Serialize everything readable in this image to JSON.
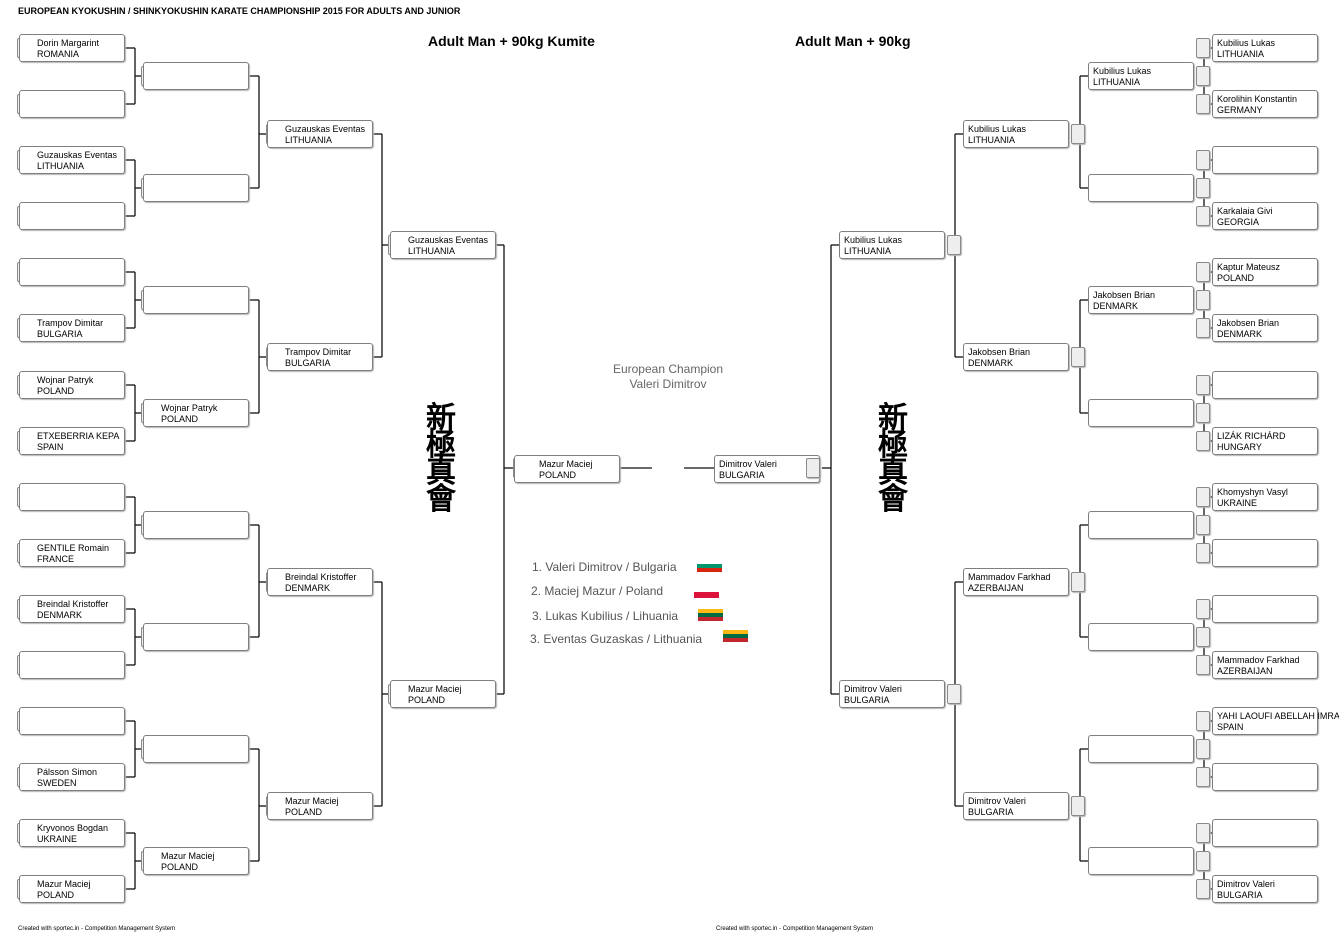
{
  "header": "EUROPEAN KYOKUSHIN / SHINKYOKUSHIN KARATE CHAMPIONSHIP 2015 FOR ADULTS AND JUNIOR",
  "left_title": "Adult Man + 90kg Kumite",
  "right_title": "Adult Man + 90kg",
  "champion": {
    "label": "European Champion",
    "name": "Valeri Dimitrov"
  },
  "podium": [
    {
      "text": "1. Valeri Dimitrov / Bulgaria",
      "flag": "bulgaria"
    },
    {
      "text": "2. Maciej Mazur / Poland",
      "flag": "poland"
    },
    {
      "text": "3. Lukas Kubilius / Lihuania",
      "flag": "lithuania"
    },
    {
      "text": "3. Eventas Guzaskas / Lithuania",
      "flag": "lithuania"
    }
  ],
  "flag_colors": {
    "bulgaria": [
      "#ffffff",
      "#00966e",
      "#d62612"
    ],
    "poland": [
      "#ffffff",
      "#dc143c"
    ],
    "lithuania": [
      "#fdb913",
      "#006a44",
      "#c1272d"
    ]
  },
  "emblem": [
    "新",
    "極",
    "真",
    "會"
  ],
  "footer_left": "Created with sportec.in - Competition Management System",
  "footer_right": "Created with sportec.in - Competition Management System",
  "left_rounds": [
    [
      [
        "Dorin Margarint",
        "ROMANIA"
      ],
      [
        "",
        ""
      ],
      [
        "Guzauskas Eventas",
        "LITHUANIA"
      ],
      [
        "",
        ""
      ],
      [
        "",
        ""
      ],
      [
        "Trampov Dimitar",
        "BULGARIA"
      ],
      [
        "Wojnar Patryk",
        "POLAND"
      ],
      [
        "ETXEBERRIA KEPA",
        "SPAIN"
      ],
      [
        "",
        ""
      ],
      [
        "GENTILE Romain",
        "FRANCE"
      ],
      [
        "Breindal Kristoffer",
        "DENMARK"
      ],
      [
        "",
        ""
      ],
      [
        "",
        ""
      ],
      [
        "Pálsson Simon",
        "SWEDEN"
      ],
      [
        "Kryvonos Bogdan",
        "UKRAINE"
      ],
      [
        "Mazur Maciej",
        "POLAND"
      ]
    ],
    [
      [
        "",
        ""
      ],
      [
        "",
        ""
      ],
      [
        "",
        ""
      ],
      [
        "Wojnar Patryk",
        "POLAND"
      ],
      [
        "",
        ""
      ],
      [
        "",
        ""
      ],
      [
        "",
        ""
      ],
      [
        "Mazur Maciej",
        "POLAND"
      ]
    ],
    [
      [
        "Guzauskas Eventas",
        "LITHUANIA"
      ],
      [
        "Trampov Dimitar",
        "BULGARIA"
      ],
      [
        "Breindal Kristoffer",
        "DENMARK"
      ],
      [
        "Mazur Maciej",
        "POLAND"
      ]
    ],
    [
      [
        "Guzauskas Eventas",
        "LITHUANIA"
      ],
      [
        "Mazur Maciej",
        "POLAND"
      ]
    ],
    [
      [
        "Mazur Maciej",
        "POLAND"
      ]
    ]
  ],
  "right_rounds": [
    [
      [
        "Kubilius Lukas",
        "LITHUANIA"
      ],
      [
        "Korolihin Konstantin",
        "GERMANY"
      ],
      [
        "",
        ""
      ],
      [
        "Karkalaia Givi",
        "GEORGIA"
      ],
      [
        "Kaptur Mateusz",
        "POLAND"
      ],
      [
        "Jakobsen Brian",
        "DENMARK"
      ],
      [
        "",
        ""
      ],
      [
        "LIZÁK RICHÁRD",
        "HUNGARY"
      ],
      [
        "Khomyshyn Vasyl",
        "UKRAINE"
      ],
      [
        "",
        ""
      ],
      [
        "",
        ""
      ],
      [
        "Mammadov Farkhad",
        "AZERBAIJAN"
      ],
      [
        "YAHI LAOUFI ABELLAH IMRANE",
        "SPAIN"
      ],
      [
        "",
        ""
      ],
      [
        "",
        ""
      ],
      [
        "Dimitrov Valeri",
        "BULGARIA"
      ]
    ],
    [
      [
        "Kubilius Lukas",
        "LITHUANIA"
      ],
      [
        "",
        ""
      ],
      [
        "Jakobsen Brian",
        "DENMARK"
      ],
      [
        "",
        ""
      ],
      [
        "",
        ""
      ],
      [
        "",
        ""
      ],
      [
        "",
        ""
      ],
      [
        "",
        ""
      ]
    ],
    [
      [
        "Kubilius Lukas",
        "LITHUANIA"
      ],
      [
        "Jakobsen Brian",
        "DENMARK"
      ],
      [
        "Mammadov Farkhad",
        "AZERBAIJAN"
      ],
      [
        "Dimitrov Valeri",
        "BULGARIA"
      ]
    ],
    [
      [
        "Kubilius Lukas",
        "LITHUANIA"
      ],
      [
        "Dimitrov Valeri",
        "BULGARIA"
      ]
    ],
    [
      [
        "Dimitrov Valeri",
        "BULGARIA"
      ]
    ]
  ]
}
